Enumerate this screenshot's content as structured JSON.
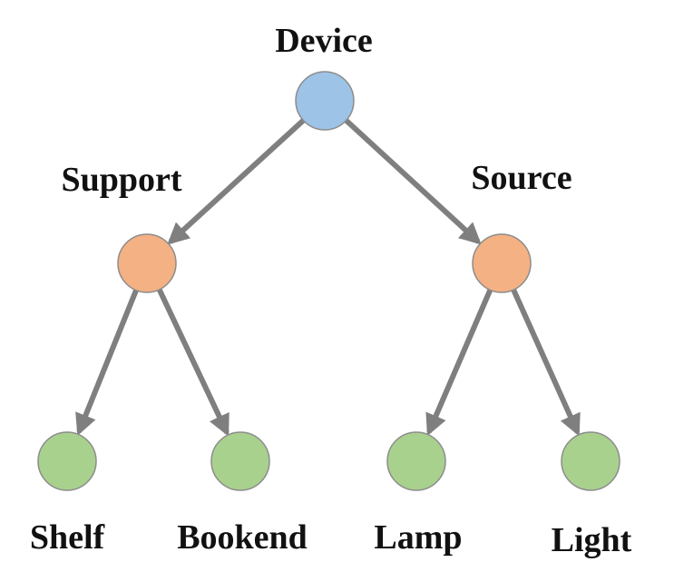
{
  "colors": {
    "edge": "#7f7f7f",
    "node_stroke": "#8c8c8c",
    "root_fill": "#9dc3e6",
    "middle_fill": "#f4b183",
    "leaf_fill": "#a9d18e",
    "text": "#111111"
  },
  "nodes": {
    "root": {
      "label": "Device"
    },
    "support": {
      "label": "Support"
    },
    "source": {
      "label": "Source"
    },
    "shelf": {
      "label": "Shelf"
    },
    "bookend": {
      "label": "Bookend"
    },
    "lamp": {
      "label": "Lamp"
    },
    "light": {
      "label": "Light"
    }
  },
  "edges": [
    {
      "from": "root",
      "to": "support"
    },
    {
      "from": "root",
      "to": "source"
    },
    {
      "from": "support",
      "to": "shelf"
    },
    {
      "from": "support",
      "to": "bookend"
    },
    {
      "from": "source",
      "to": "lamp"
    },
    {
      "from": "source",
      "to": "light"
    }
  ]
}
